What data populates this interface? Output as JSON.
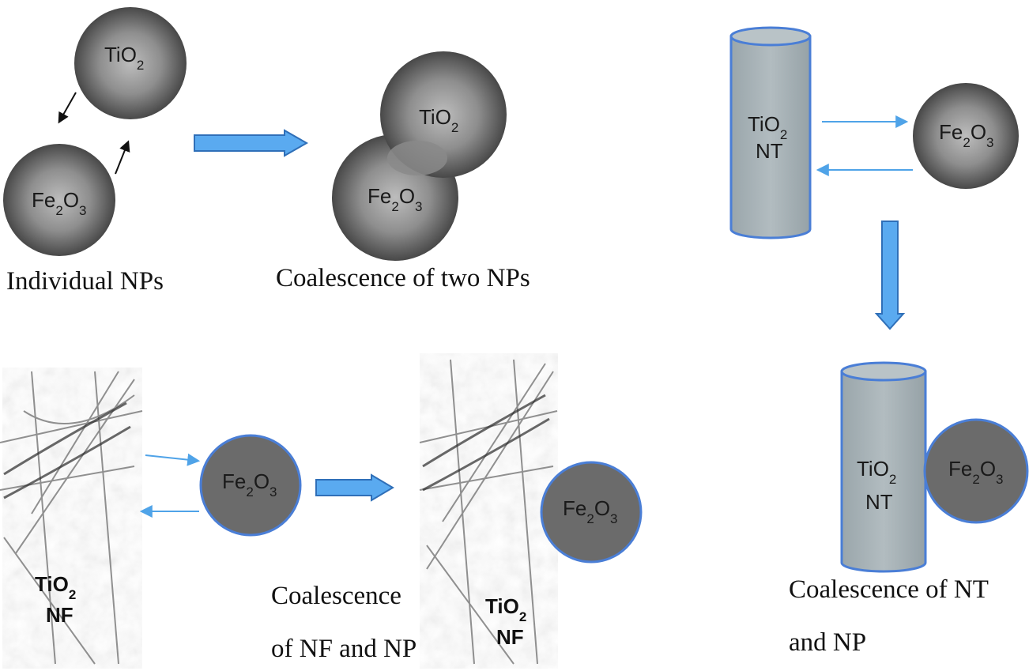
{
  "particles": {
    "tio2_individual": {
      "base": "TiO",
      "sub1": "2"
    },
    "fe2o3_individual": {
      "base1": "Fe",
      "sub1": "2",
      "base2": "O",
      "sub2": "3"
    },
    "tio2_coalesced": {
      "base": "TiO",
      "sub1": "2"
    },
    "fe2o3_coalesced": {
      "base1": "Fe",
      "sub1": "2",
      "base2": "O",
      "sub2": "3"
    },
    "tio2_nt_top": {
      "base": "TiO",
      "sub1": "2",
      "line2": "NT"
    },
    "fe2o3_nt_top": {
      "base1": "Fe",
      "sub1": "2",
      "base2": "O",
      "sub2": "3"
    },
    "tio2_nt_bottom": {
      "base": "TiO",
      "sub1": "2",
      "line2": "NT"
    },
    "fe2o3_nt_bottom": {
      "base1": "Fe",
      "sub1": "2",
      "base2": "O",
      "sub2": "3"
    },
    "tio2_nf_left": {
      "base": "TiO",
      "sub1": "2",
      "line2": "NF"
    },
    "fe2o3_nf_left": {
      "base1": "Fe",
      "sub1": "2",
      "base2": "O",
      "sub2": "3"
    },
    "tio2_nf_right": {
      "base": "TiO",
      "sub1": "2",
      "line2": "NF"
    },
    "fe2o3_nf_right": {
      "base1": "Fe",
      "sub1": "2",
      "base2": "O",
      "sub2": "3"
    }
  },
  "captions": {
    "individual": "Individual NPs",
    "coalescence_two": "Coalescence of two NPs",
    "coalescence_nt_line1": "Coalescence of NT",
    "coalescence_nt_line2": "and NP",
    "coalescence_nf_line1": "Coalescence",
    "coalescence_nf_line2": "of NF and NP"
  },
  "colors": {
    "arrow_fill": "#5aaaf0",
    "arrow_stroke": "#2f6fb8",
    "thin_arrow": "#4fa3e8",
    "cylinder_fill": "#a6b1b6",
    "cylinder_stroke": "#4a7ed6",
    "flat_sphere": "#6b6b6b",
    "shaded_sphere_light": "#bcbcbc",
    "shaded_sphere_dark": "#4a4a4a"
  }
}
